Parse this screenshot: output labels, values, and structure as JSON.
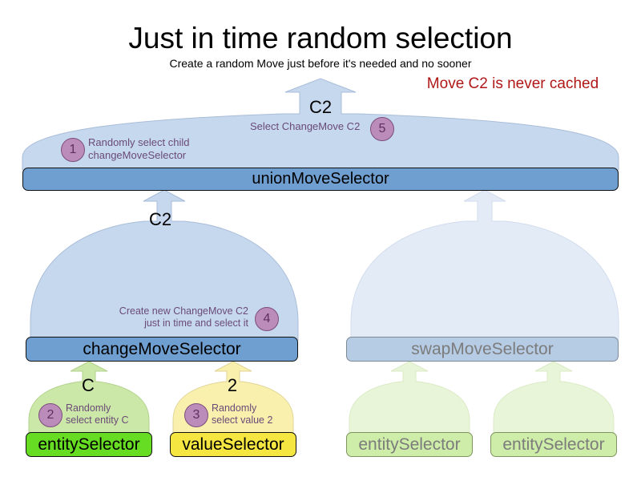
{
  "header": {
    "title": "Just in time random selection",
    "subtitle": "Create a random Move just before it's needed and no sooner",
    "warning": "Move C2 is never cached"
  },
  "colors": {
    "selector_bar": "#6f9ed0",
    "selector_bar_faded": "#b6cbe4",
    "dome_blue": "#c6d8ee",
    "dome_blue_faded": "#e3ebf6",
    "dome_green": "#cce8a8",
    "dome_green_faded": "#e8f5d8",
    "dome_yellow": "#faf0ae",
    "entity_active": "#66dd22",
    "value_active": "#f5e642",
    "leaf_faded": "#cdeda8",
    "badge_fill": "#bb8cba",
    "badge_border": "#7c4d7c",
    "note_text": "#6a4a78",
    "warning_text": "#b01818",
    "faded_text": "#7c7c7c"
  },
  "nodes": {
    "union_move_selector": "unionMoveSelector",
    "change_move_selector": "changeMoveSelector",
    "swap_move_selector": "swapMoveSelector",
    "entity_selector_active": "entitySelector",
    "value_selector_active": "valueSelector",
    "entity_selector_swap_left": "entitySelector",
    "entity_selector_swap_right": "entitySelector"
  },
  "flow_labels": {
    "top_output": "C2",
    "change_output": "C2",
    "entity_output": "C",
    "value_output": "2"
  },
  "steps": [
    {
      "number": "1",
      "text": "Randomly select child\nchangeMoveSelector"
    },
    {
      "number": "2",
      "text": "Randomly\nselect entity C"
    },
    {
      "number": "3",
      "text": "Randomly\nselect value 2"
    },
    {
      "number": "4",
      "text": "Create new ChangeMove C2\njust in time and select it"
    },
    {
      "number": "5",
      "text": "Select ChangeMove C2"
    }
  ]
}
